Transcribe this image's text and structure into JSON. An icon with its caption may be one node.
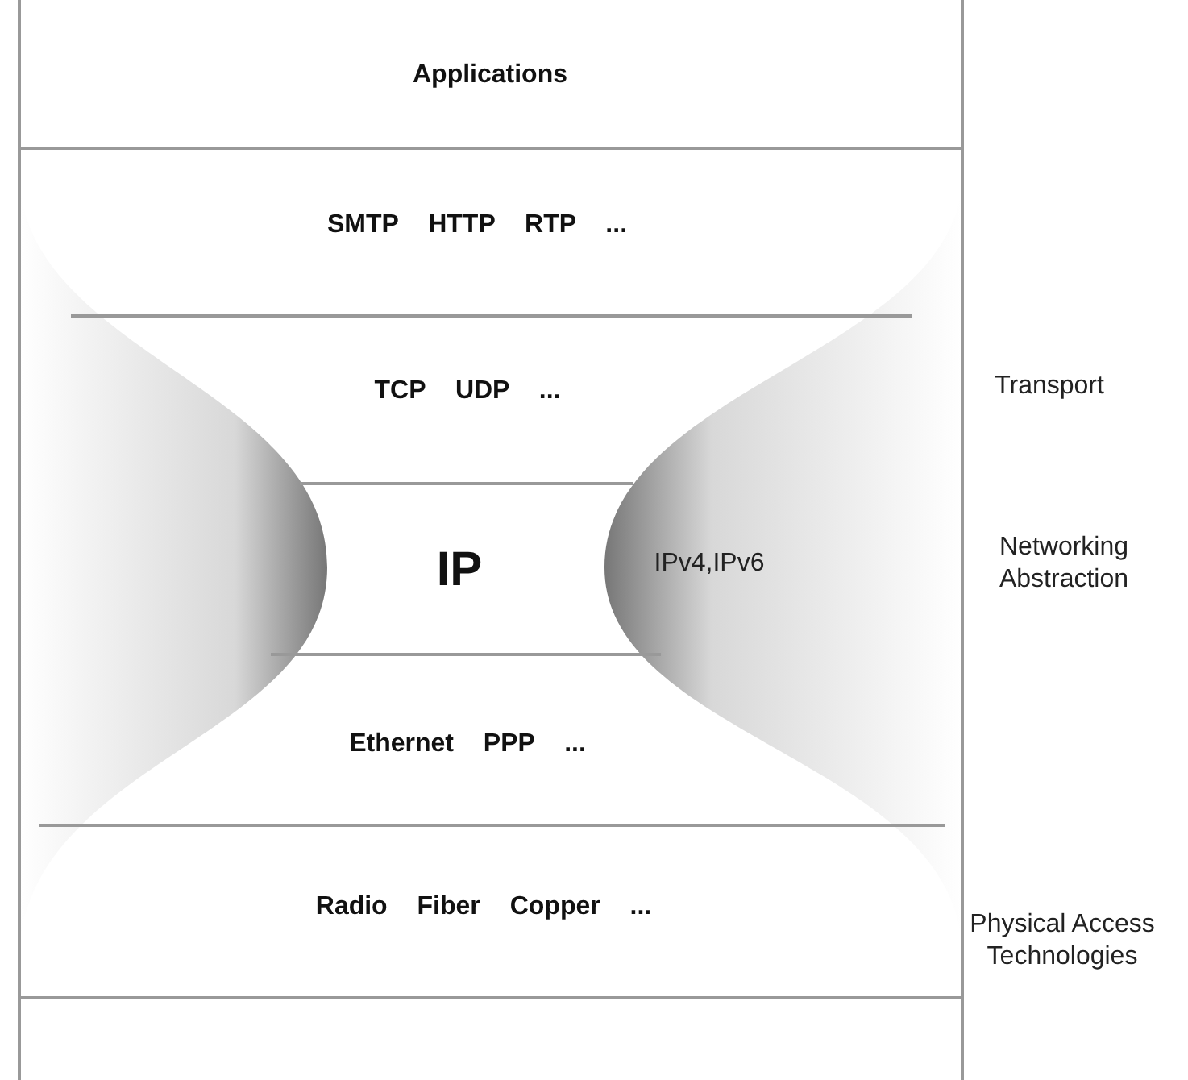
{
  "diagram": {
    "nodes": [
      {
        "text": [
          "Applications"
        ]
      },
      {
        "text": [
          "SMTP HTTP RTP ..."
        ]
      },
      {
        "text": [
          "TCP UDP ..."
        ]
      },
      {
        "text": [
          "IP"
        ]
      },
      {
        "text": [
          "Ethernet PPP ..."
        ]
      },
      {
        "text": [
          "Radio Fiber Copper ..."
        ]
      },
      {
        "text": [],
        "shape": "bar"
      }
    ],
    "labels": [
      "Transport",
      "IPv4,IPv6",
      "Networking Abstraction",
      "Physical Access Technologies"
    ]
  }
}
